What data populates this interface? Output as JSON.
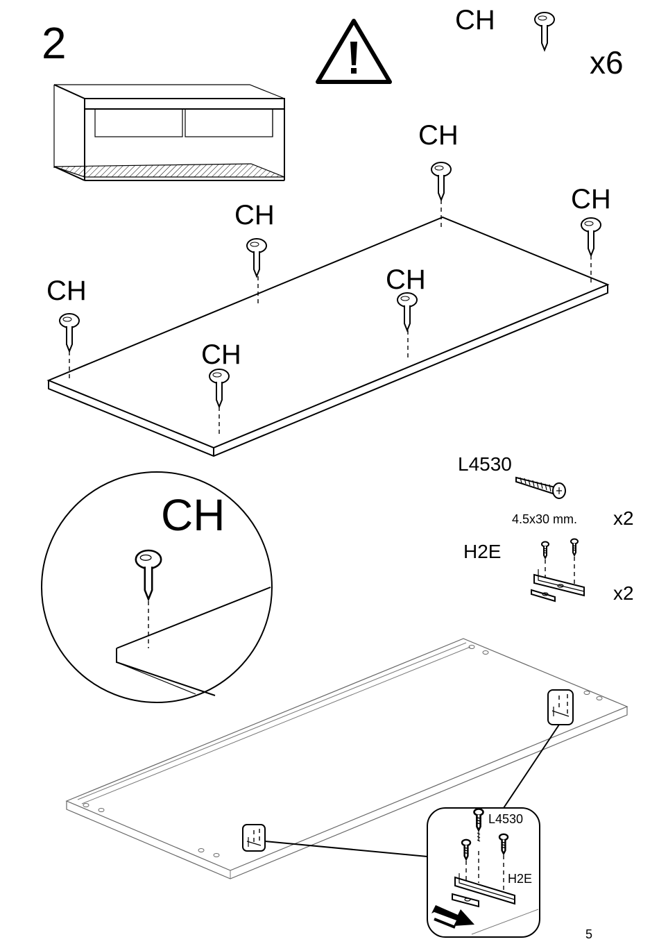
{
  "step": {
    "number": "2",
    "warning_icon": "warning-triangle-icon"
  },
  "parts": {
    "ch": {
      "code": "CH",
      "quantity": "x6",
      "icon": "cam-pin-icon"
    },
    "l4530": {
      "code": "L4530",
      "size": "4.5x30 mm.",
      "quantity": "x2",
      "icon": "screw-icon"
    },
    "h2e": {
      "code": "H2E",
      "quantity": "x2",
      "icon": "bracket-icon"
    }
  },
  "labels": {
    "ch": "CH",
    "ch_zoom": "CH",
    "l4530": "L4530",
    "h2e": "H2E"
  },
  "page_number": "5"
}
